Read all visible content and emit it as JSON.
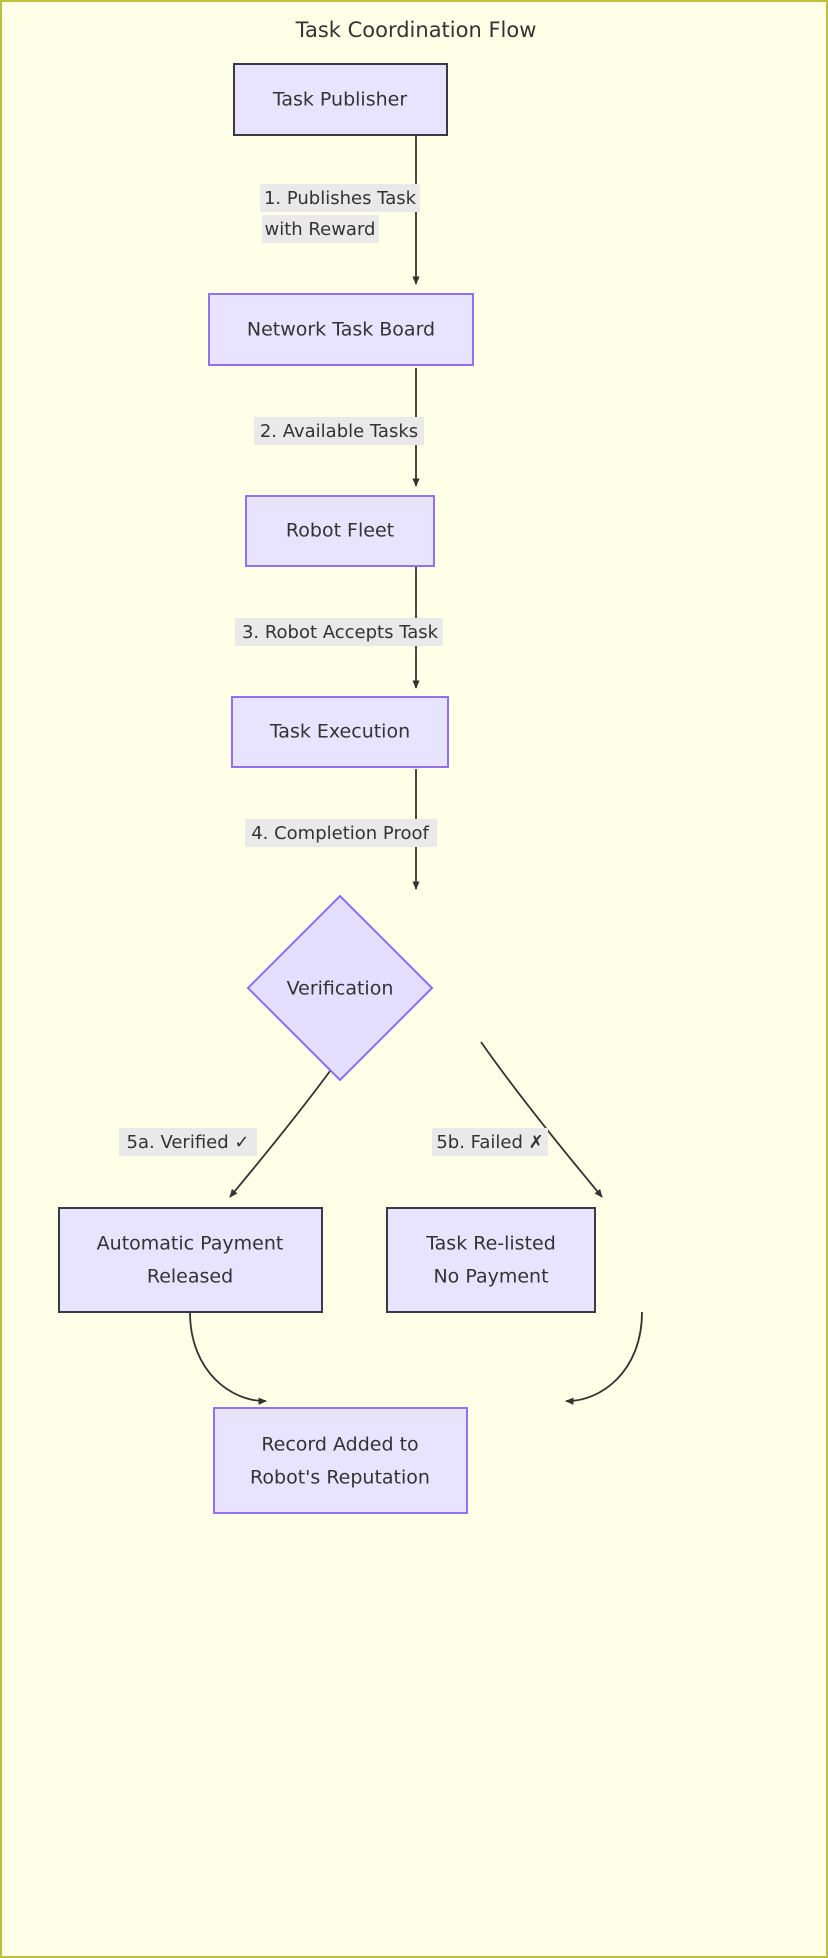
{
  "diagram": {
    "title": "Task Coordination Flow",
    "type": "flowchart",
    "direction": "top-down",
    "background_color": "#fffee6",
    "frame_border_color": "#bfbf3f",
    "node_fill_color": "#e8e3ff",
    "node_border_dark": "#3a3a47",
    "node_border_purple": "#9370f0",
    "edge_color": "#333333",
    "edge_label_bg": "#e9e9e9",
    "text_color": "#333333"
  },
  "nodes": [
    {
      "id": "task-publisher",
      "label": "Task Publisher",
      "shape": "rect",
      "border": "dark"
    },
    {
      "id": "network-task-board",
      "label": "Network Task Board",
      "shape": "rect",
      "border": "purple"
    },
    {
      "id": "robot-fleet",
      "label": "Robot Fleet",
      "shape": "rect",
      "border": "purple"
    },
    {
      "id": "task-execution",
      "label": "Task Execution",
      "shape": "rect",
      "border": "purple"
    },
    {
      "id": "verification",
      "label": "Verification",
      "shape": "diamond",
      "border": "purple"
    },
    {
      "id": "automatic-payment-released",
      "label_line1": "Automatic Payment",
      "label_line2": "Released",
      "shape": "rect",
      "border": "dark"
    },
    {
      "id": "task-relisted-no-payment",
      "label_line1": "Task Re-listed",
      "label_line2": "No Payment",
      "shape": "rect",
      "border": "dark"
    },
    {
      "id": "record-added-reputation",
      "label_line1": "Record Added to",
      "label_line2": "Robot's Reputation",
      "shape": "rect",
      "border": "purple"
    }
  ],
  "edges": [
    {
      "id": "e1",
      "from": "task-publisher",
      "to": "network-task-board",
      "label_line1": "1. Publishes Task",
      "label_line2": "with Reward"
    },
    {
      "id": "e2",
      "from": "network-task-board",
      "to": "robot-fleet",
      "label_line1": "2. Available Tasks",
      "label_line2": ""
    },
    {
      "id": "e3",
      "from": "robot-fleet",
      "to": "task-execution",
      "label_line1": "3. Robot Accepts Task",
      "label_line2": ""
    },
    {
      "id": "e4",
      "from": "task-execution",
      "to": "verification",
      "label_line1": "4. Completion Proof",
      "label_line2": ""
    },
    {
      "id": "e5",
      "from": "verification",
      "to": "automatic-payment-released",
      "label_line1": "5a. Verified ✓",
      "label_line2": ""
    },
    {
      "id": "e6",
      "from": "verification",
      "to": "task-relisted-no-payment",
      "label_line1": "5b. Failed ✗",
      "label_line2": ""
    },
    {
      "id": "e7",
      "from": "automatic-payment-released",
      "to": "record-added-reputation",
      "label_line1": "",
      "label_line2": ""
    },
    {
      "id": "e8",
      "from": "task-relisted-no-payment",
      "to": "record-added-reputation",
      "label_line1": "",
      "label_line2": ""
    }
  ]
}
